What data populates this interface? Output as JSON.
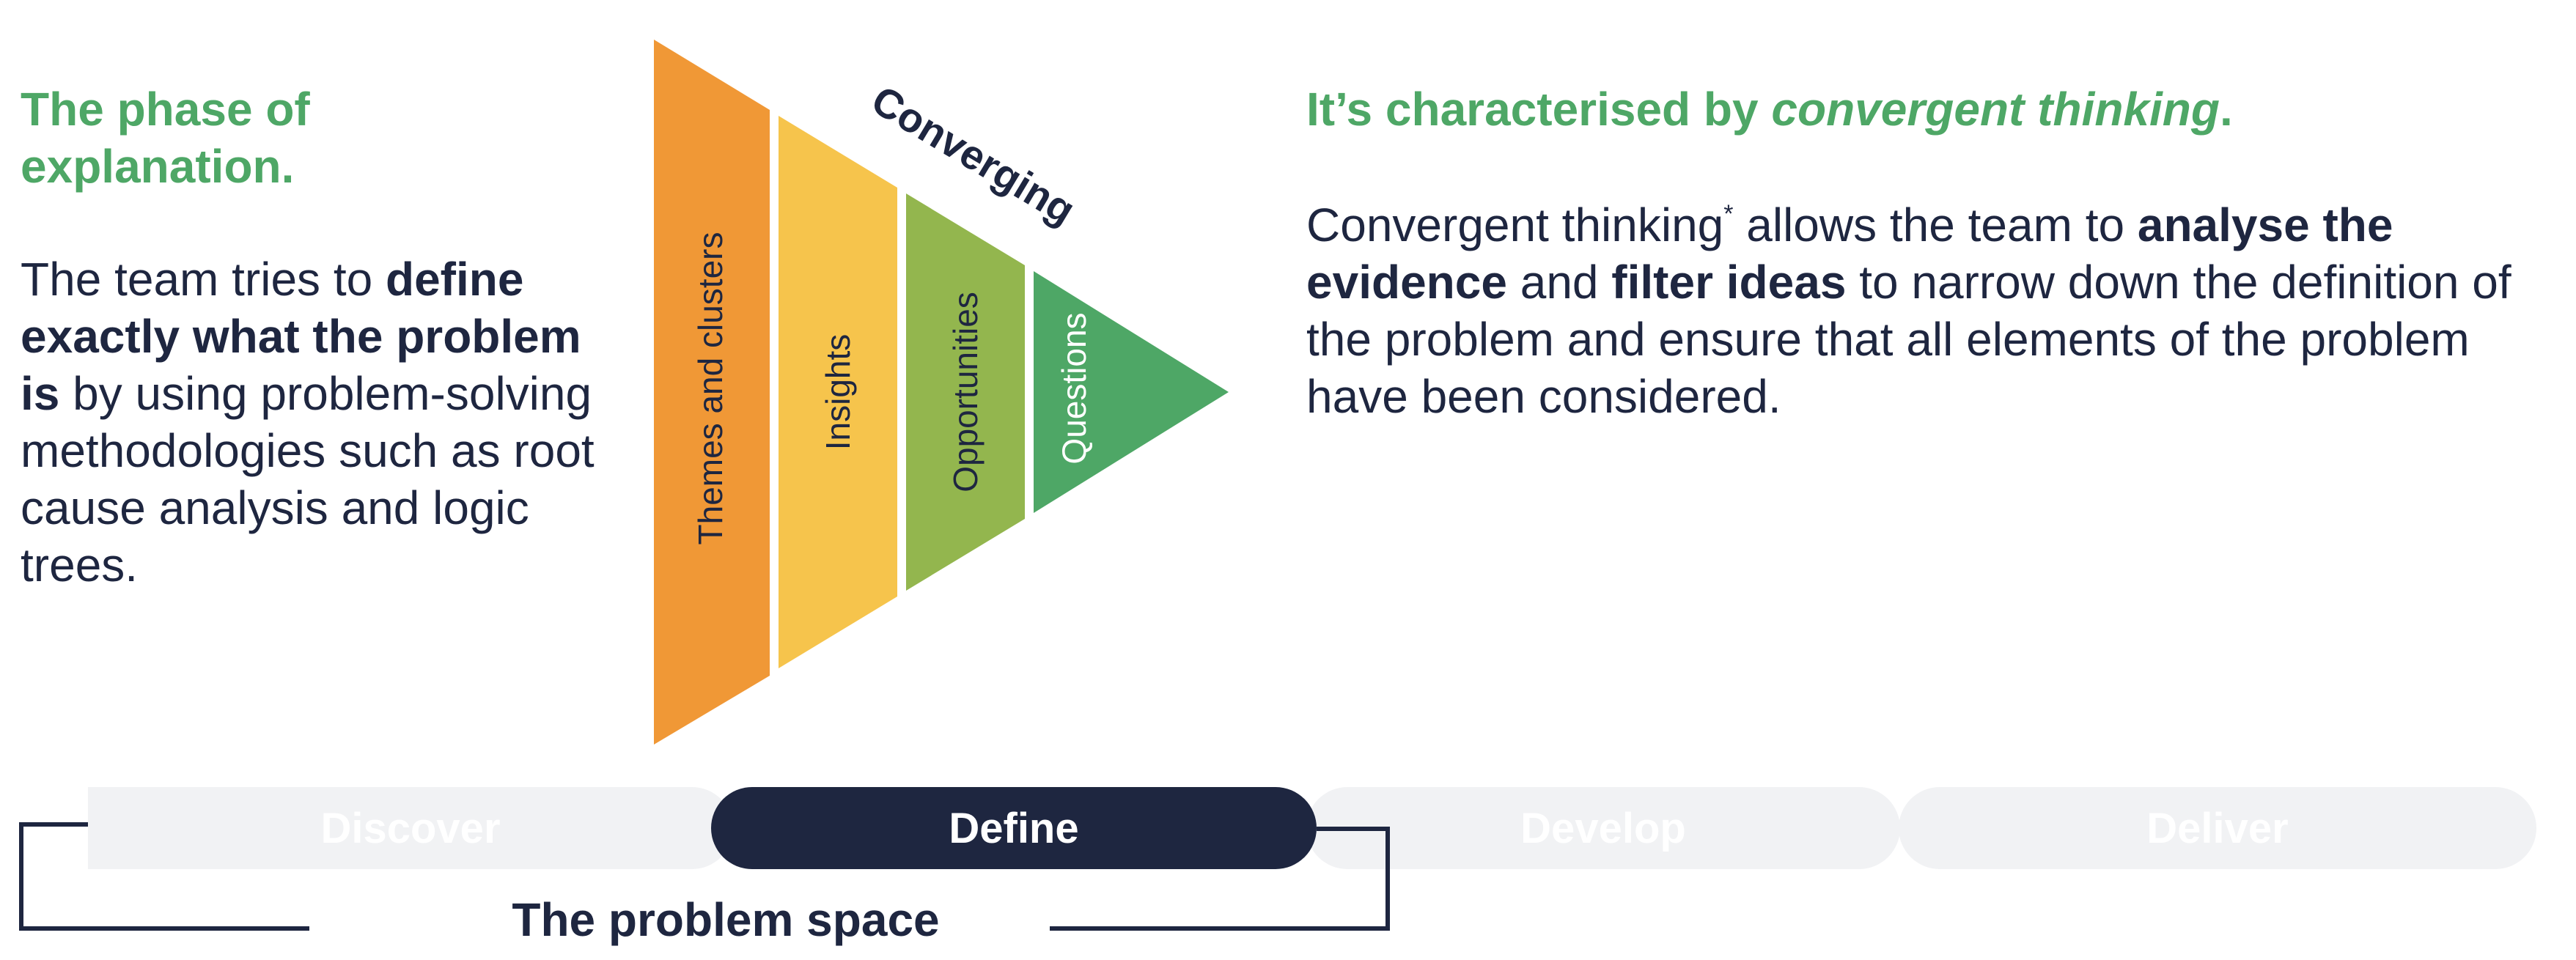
{
  "left": {
    "heading": "The phase of explanation.",
    "paragraph": [
      {
        "text": "The team tries to "
      },
      {
        "text": "define exactly what the problem is",
        "bold": true
      },
      {
        "text": " by using problem-solving methodologies such as root cause analysis and logic trees."
      }
    ]
  },
  "right": {
    "heading": [
      {
        "text": "It’s characterised by "
      },
      {
        "text": "convergent thinking",
        "italic": true
      },
      {
        "text": "."
      }
    ],
    "paragraph": [
      {
        "text": "Convergent thinking"
      },
      {
        "text": "*",
        "sup": true
      },
      {
        "text": " allows the team to "
      },
      {
        "text": "analyse the evidence",
        "bold": true
      },
      {
        "text": " and "
      },
      {
        "text": "filter ideas",
        "bold": true
      },
      {
        "text": " to narrow down the definition of the problem and ensure that all elements of the problem have been considered."
      }
    ]
  },
  "funnel": {
    "label": "Converging",
    "segments": [
      {
        "label": "Themes and clusters",
        "color": "#f09836"
      },
      {
        "label": "Insights",
        "color": "#f6c44c"
      },
      {
        "label": "Opportunities",
        "color": "#93b64e"
      },
      {
        "label": "Questions",
        "color": "#4ea766"
      }
    ]
  },
  "phases": [
    {
      "id": "discover",
      "label": "Discover",
      "active": false
    },
    {
      "id": "define",
      "label": "Define",
      "active": true
    },
    {
      "id": "develop",
      "label": "Develop",
      "active": false
    },
    {
      "id": "deliver",
      "label": "Deliver",
      "active": false
    }
  ],
  "space_label": "The problem space",
  "colors": {
    "green": "#4ea766",
    "navy": "#1e2640",
    "inactive_phase": "#f1f2f4"
  }
}
